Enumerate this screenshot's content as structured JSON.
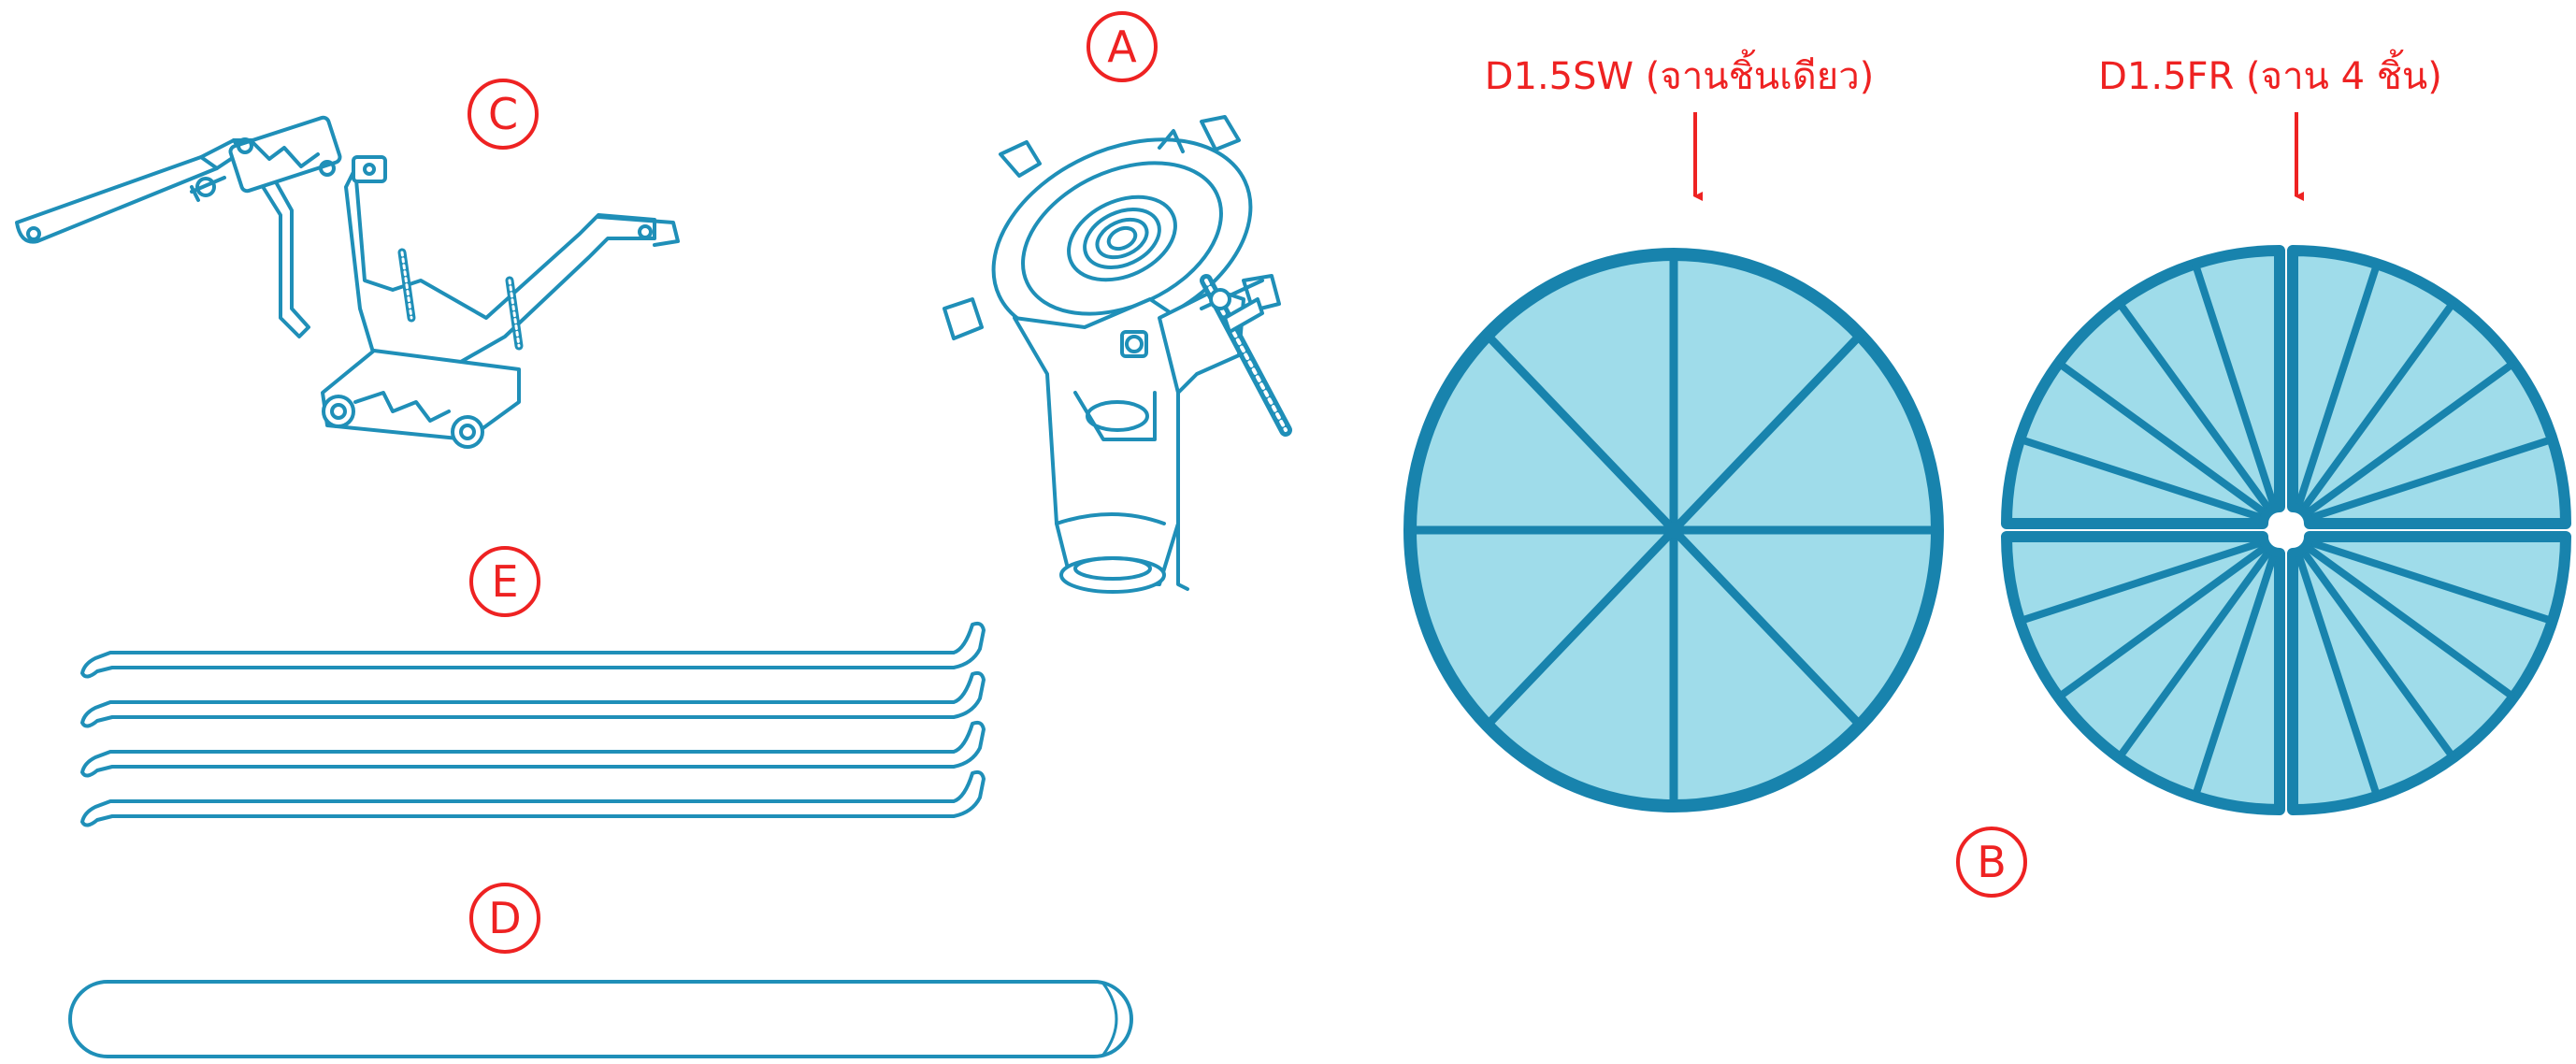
{
  "labels": {
    "A": "A",
    "B": "B",
    "C": "C",
    "D": "D",
    "E": "E"
  },
  "dish_captions": {
    "single": "D1.5SW (จานชิ้นเดียว)",
    "four_piece": "D1.5FR (จาน 4 ชิ้น)"
  },
  "colors": {
    "line": "#1f8fb8",
    "dish_fill": "#9fdcea",
    "dish_stroke": "#1883ad",
    "label_red": "#ee2222"
  },
  "parts": {
    "A": "lnb-feed-holder-bracket-icon",
    "B": "dish-reflector-icon",
    "C": "mount-clamp-bracket-icon",
    "D": "mast-pipe-icon",
    "E": "support-rod-icon"
  },
  "dish_single_ribs": 8,
  "dish_four_piece_ribs": 20,
  "rod_count": 4
}
